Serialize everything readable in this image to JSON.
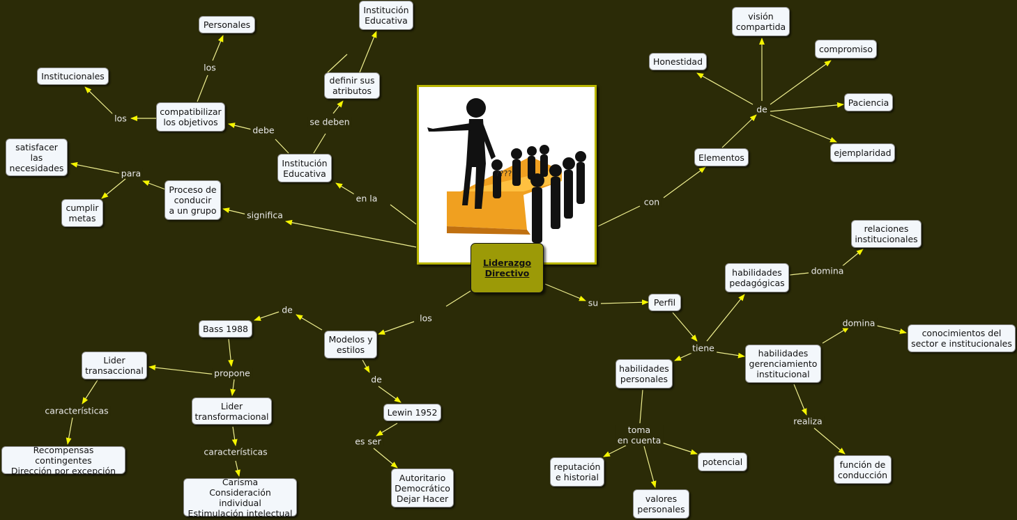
{
  "center": {
    "label": "Liderazgo\nDirectivo"
  },
  "image": {
    "name": "leadership-figures-image",
    "caption": "????"
  },
  "nodes": [
    {
      "id": "personales_top",
      "text": "Personales"
    },
    {
      "id": "inst_educ_top",
      "text": "Institución\nEducativa"
    },
    {
      "id": "institucionales",
      "text": "Institucionales"
    },
    {
      "id": "compatibilizar",
      "text": "compatibilizar\nlos objetivos"
    },
    {
      "id": "definir",
      "text": "definir sus\natributos"
    },
    {
      "id": "satisfacer",
      "text": "satisfacer\nlas\nnecesidades"
    },
    {
      "id": "inst_educ_mid",
      "text": "Institución\nEducativa"
    },
    {
      "id": "proceso",
      "text": "Proceso de\nconducir\na un grupo"
    },
    {
      "id": "cumplir",
      "text": "cumplir\nmetas"
    },
    {
      "id": "vision",
      "text": "visión\ncompartida"
    },
    {
      "id": "honestidad",
      "text": "Honestidad"
    },
    {
      "id": "compromiso",
      "text": "compromiso"
    },
    {
      "id": "paciencia",
      "text": "Paciencia"
    },
    {
      "id": "ejemplaridad",
      "text": "ejemplaridad"
    },
    {
      "id": "elementos",
      "text": "Elementos"
    },
    {
      "id": "relaciones",
      "text": "relaciones\ninstitucionales"
    },
    {
      "id": "hab_pedag",
      "text": "habilidades\npedagógicas"
    },
    {
      "id": "perfil",
      "text": "Perfil"
    },
    {
      "id": "conocimientos",
      "text": "conocimientos del\nsector e institucionales"
    },
    {
      "id": "hab_gerenc",
      "text": "habilidades\ngerenciamiento\ninstitucional"
    },
    {
      "id": "hab_pers",
      "text": "habilidades\npersonales"
    },
    {
      "id": "reputacion",
      "text": "reputación\ne historial"
    },
    {
      "id": "potencial",
      "text": "potencial"
    },
    {
      "id": "valores",
      "text": "valores\npersonales"
    },
    {
      "id": "funcion",
      "text": "función de\nconducción"
    },
    {
      "id": "bass",
      "text": "Bass 1988"
    },
    {
      "id": "modelos",
      "text": "Modelos y\nestilos"
    },
    {
      "id": "lider_trans",
      "text": "Lider\ntransaccional"
    },
    {
      "id": "lider_transf",
      "text": "Lider\ntransformacional"
    },
    {
      "id": "recompensas",
      "text": "Recompensas contingentes\nDirección por excepción"
    },
    {
      "id": "carisma",
      "text": "Carisma\nConsideración individual\nEstimulación intelectual"
    },
    {
      "id": "lewin",
      "text": "Lewin 1952"
    },
    {
      "id": "autoritario",
      "text": "Autoritario\nDemocrático\nDejar Hacer"
    }
  ],
  "labels": [
    {
      "id": "los1",
      "text": "los"
    },
    {
      "id": "los2",
      "text": "los"
    },
    {
      "id": "debe",
      "text": "debe"
    },
    {
      "id": "sedeben",
      "text": "se deben"
    },
    {
      "id": "para",
      "text": "para"
    },
    {
      "id": "enla",
      "text": "en la"
    },
    {
      "id": "significa",
      "text": "significa"
    },
    {
      "id": "de_el",
      "text": "de"
    },
    {
      "id": "con",
      "text": "con"
    },
    {
      "id": "domina1",
      "text": "domina"
    },
    {
      "id": "domina2",
      "text": "domina"
    },
    {
      "id": "su",
      "text": "su"
    },
    {
      "id": "tiene",
      "text": "tiene"
    },
    {
      "id": "toma",
      "text": "toma\nen cuenta"
    },
    {
      "id": "realiza",
      "text": "realiza"
    },
    {
      "id": "los_mod",
      "text": "los"
    },
    {
      "id": "de_bass",
      "text": "de"
    },
    {
      "id": "de_lewin",
      "text": "de"
    },
    {
      "id": "propone",
      "text": "propone"
    },
    {
      "id": "caract1",
      "text": "características"
    },
    {
      "id": "caract2",
      "text": "características"
    },
    {
      "id": "esser",
      "text": "es ser"
    }
  ]
}
